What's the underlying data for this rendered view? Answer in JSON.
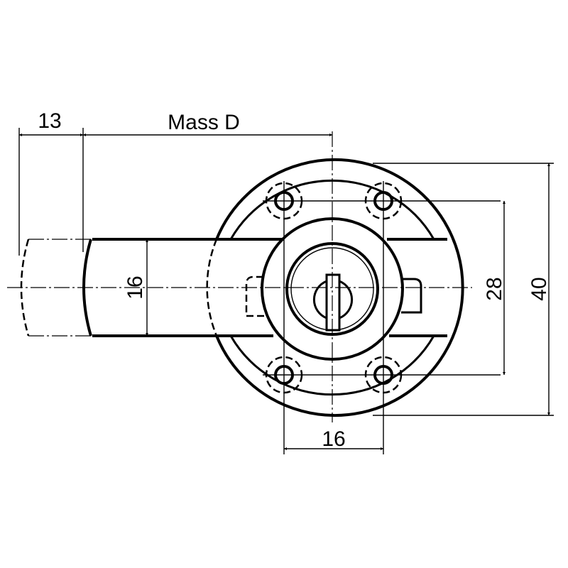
{
  "title": "Lock dimension drawing",
  "dimensions": {
    "offset": "13",
    "mass_d": "Mass D",
    "bolt_height": "16",
    "hole_spacing_vertical": "28",
    "flange_diameter": "40",
    "hole_spacing_horizontal": "16"
  },
  "colors": {
    "line": "#000000",
    "background": "#ffffff"
  }
}
